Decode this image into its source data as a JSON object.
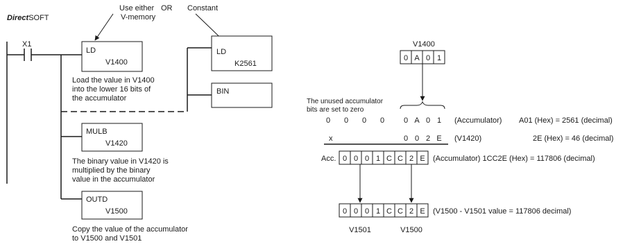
{
  "ladder": {
    "brand_bold": "Direct",
    "brand_rest": "SOFT",
    "note_use_either_l1": "Use either",
    "note_use_either_l2": "V-memory",
    "note_or": "OR",
    "note_constant": "Constant",
    "contact_label": "X1",
    "ld_box": {
      "op": "LD",
      "operand": "V1400"
    },
    "ld_desc": [
      "Load the value in V1400",
      "into the lower 16 bits of",
      "the accumulator"
    ],
    "ldk_box": {
      "op": "LD",
      "operand": "K2561"
    },
    "bin_box": {
      "op": "BIN"
    },
    "mulb_box": {
      "op": "MULB",
      "operand": "V1420"
    },
    "mulb_desc": [
      "The binary value in V1420 is",
      "multiplied by the binary",
      "value in the accumulator"
    ],
    "outd_box": {
      "op": "OUTD",
      "operand": "V1500"
    },
    "outd_desc": [
      "Copy the value of the accumulator",
      "to V1500 and V1501"
    ]
  },
  "calc": {
    "v1400_label": "V1400",
    "v1400_digits": [
      "0",
      "A",
      "0",
      "1"
    ],
    "unused_note_l1": "The unused accumulator",
    "unused_note_l2": "bits are set to zero",
    "acc_row": [
      "0",
      "0",
      "0",
      "0",
      "0",
      "A",
      "0",
      "1"
    ],
    "acc_row_tag": "(Accumulator)",
    "acc_row_value": "A01 (Hex) = 2561 (decimal)",
    "mult_sign": "x",
    "mult_row": [
      "0",
      "0",
      "2",
      "E"
    ],
    "mult_row_tag": "(V1420)",
    "mult_row_value": "2E (Hex) = 46 (decimal)",
    "result_label": "Acc.",
    "result_digits": [
      "0",
      "0",
      "0",
      "1",
      "C",
      "C",
      "2",
      "E"
    ],
    "result_tag": "(Accumulator) 1CC2E (Hex) = 117806 (decimal)",
    "output_digits": [
      "0",
      "0",
      "0",
      "1",
      "C",
      "C",
      "2",
      "E"
    ],
    "output_tag": "(V1500 - V1501 value = 117806 decimal)",
    "output_label_high": "V1501",
    "output_label_low": "V1500"
  }
}
